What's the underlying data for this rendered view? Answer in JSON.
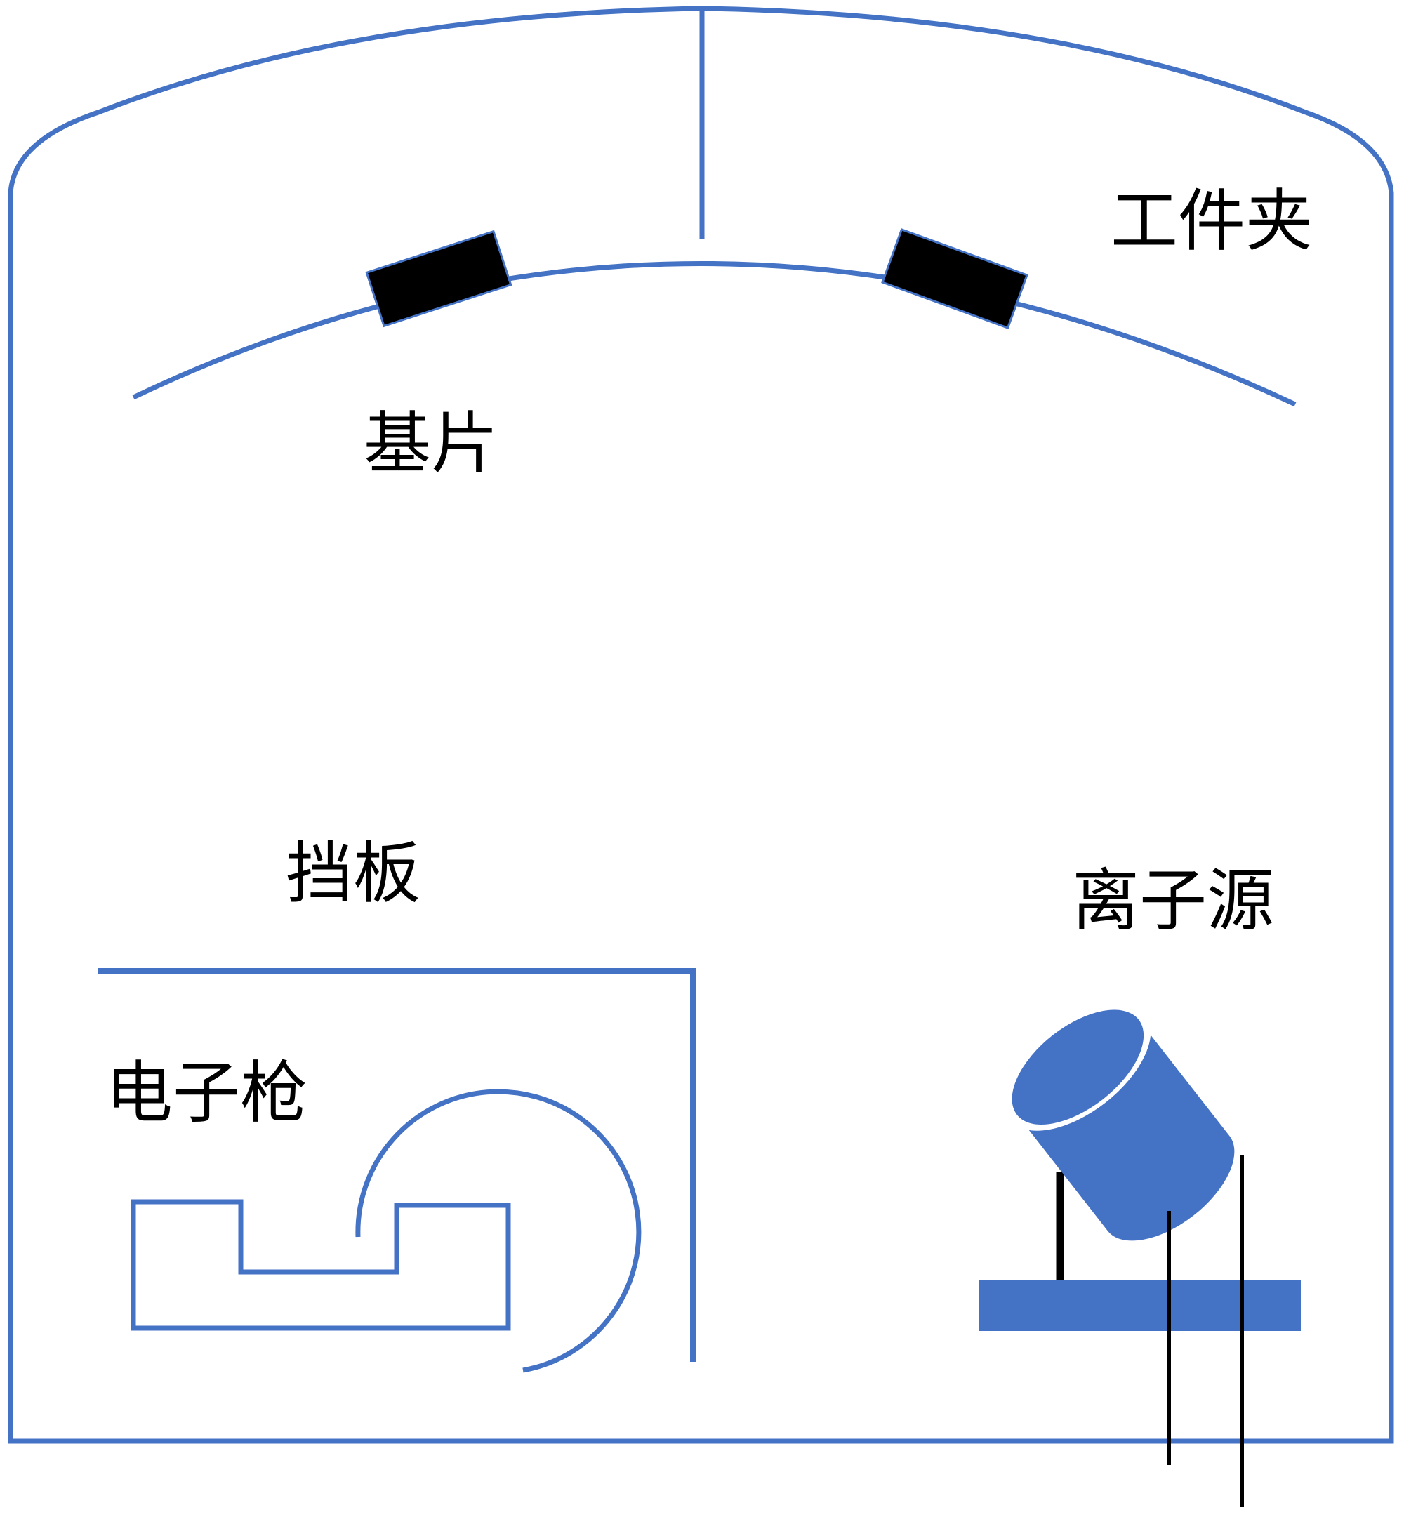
{
  "labels": {
    "fixture": "工件夹",
    "substrate": "基片",
    "baffle": "挡板",
    "ion_source": "离子源",
    "electron_gun": "电子枪"
  },
  "colors": {
    "structure": "#4472c4",
    "substrate": "#000000",
    "ion_source": "#4472c4",
    "leads": "#000000",
    "background": "#ffffff"
  }
}
